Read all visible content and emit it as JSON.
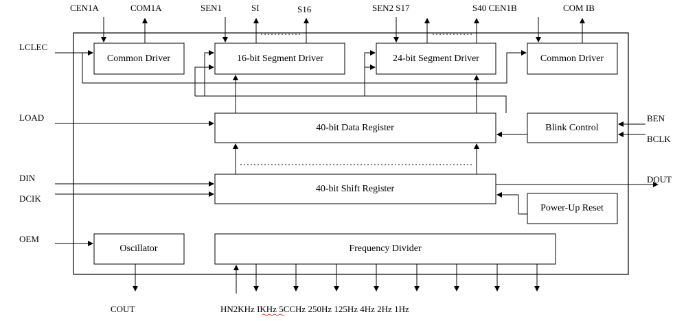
{
  "top_pins": {
    "cen1a": "CEN1A",
    "com1a": "COM1A",
    "sen1": "SEN1",
    "si": "SI",
    "s16": "S16",
    "sen2_s17": "SEN2 S17",
    "s40_cen1b": "S40 CEN1B",
    "com1b": "COM IB"
  },
  "left_pins": {
    "lclec": "LCLEC",
    "load": "LOAD",
    "din": "DIN",
    "dcik": "DCIK",
    "oem": "OEM"
  },
  "right_pins": {
    "ben": "BEN",
    "bclk": "BCLK",
    "dout": "DOUT"
  },
  "bottom_pins": {
    "cout": "COUT",
    "outputs": "HN2KHz IKHz 5CCHz 250Hz 125Hz 4Hz 2Hz 1Hz"
  },
  "blocks": {
    "common_driver_a": "Common Driver",
    "seg16": "16-bit Segment Driver",
    "seg24": "24-bit Segment Driver",
    "common_driver_b": "Common Driver",
    "data_register": "40-bit Data Register",
    "blink_control": "Blink Control",
    "shift_register": "40-bit Shift Register",
    "power_up_reset": "Power-Up Reset",
    "oscillator": "Oscillator",
    "frequency_divider": "Frequency Divider"
  }
}
